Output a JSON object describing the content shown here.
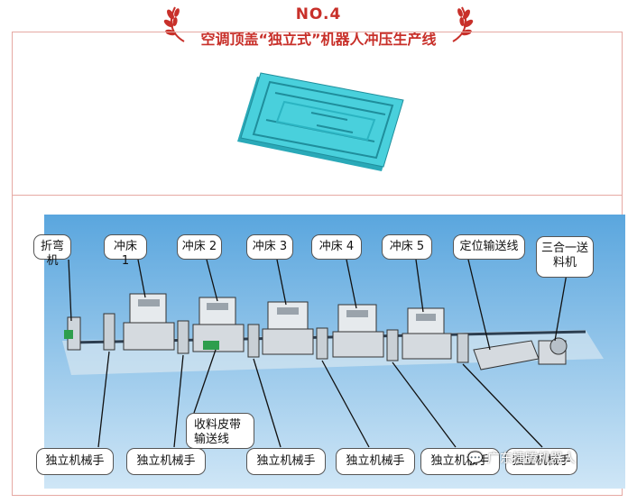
{
  "header": {
    "number": "NO.4",
    "title": "空调顶盖“独立式”机器人冲压生产线"
  },
  "colors": {
    "accent": "#c8302a",
    "frame": "#e6a9a3",
    "part": "#3ec6d2",
    "diagram_bg": "#5aa6de"
  },
  "diagram": {
    "top_labels": [
      "折弯机",
      "冲床 1",
      "冲床 2",
      "冲床 3",
      "冲床 4",
      "冲床 5",
      "定位输送线",
      "三合一送料机"
    ],
    "conveyor_label": "收料皮带\n输送线",
    "robot_label": "独立机械手",
    "watermark": "广东捷腾机器人"
  }
}
